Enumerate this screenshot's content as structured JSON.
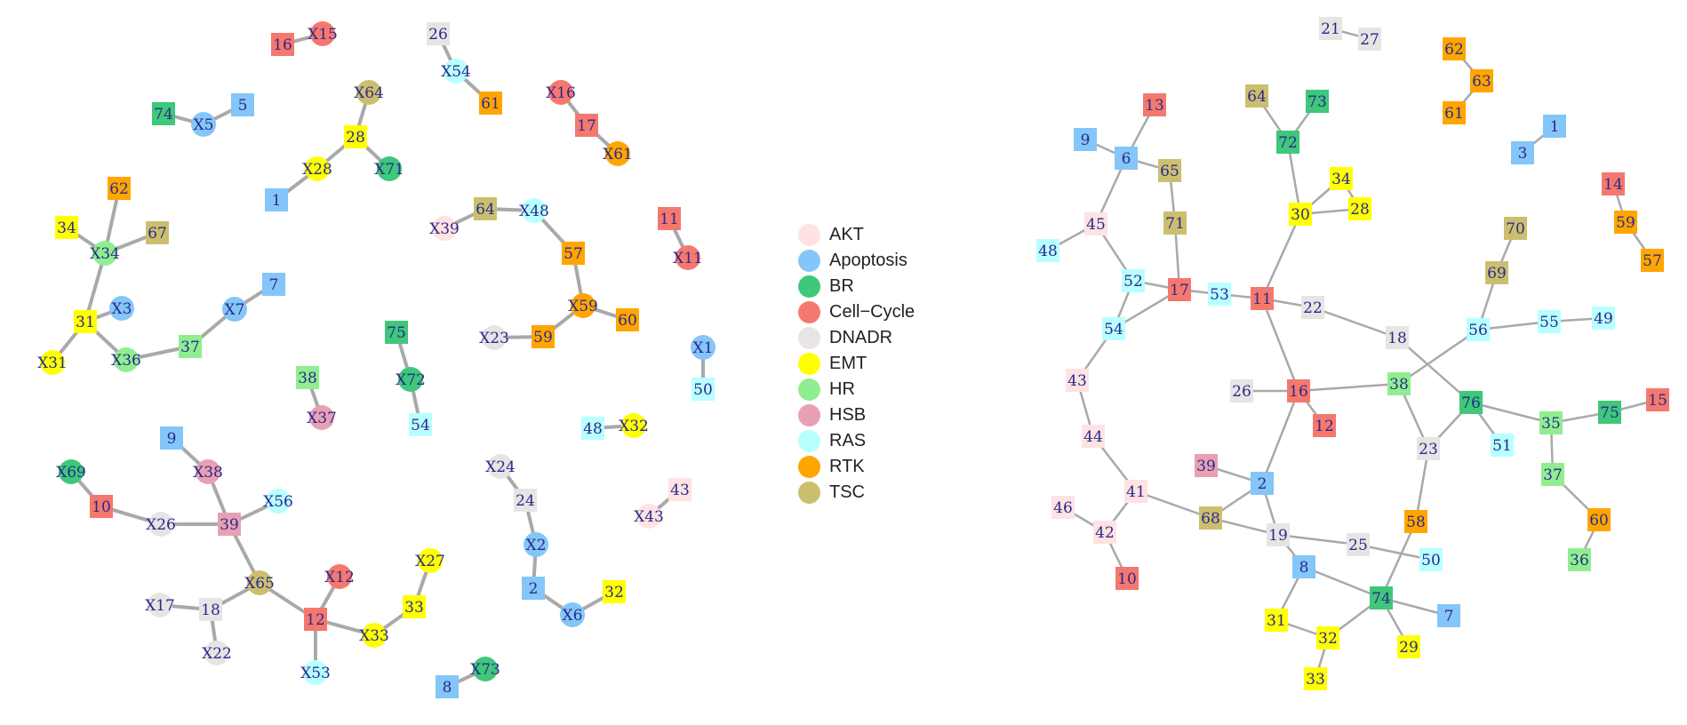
{
  "colors": {
    "AKT": "#ffe2e2",
    "Apoptosis": "#84c6f8",
    "BR": "#3fc77a",
    "Cell-Cycle": "#f5786e",
    "DNADR": "#e8e4e4",
    "EMT": "#ffff00",
    "HR": "#90ee90",
    "HSB": "#e8a0b4",
    "RAS": "#b8ffff",
    "RTK": "#ffa500",
    "TSC": "#cbbf6f",
    "edge": "#a9a9a9",
    "label": "#2a2a8c"
  },
  "legend": [
    {
      "label": "AKT",
      "color": "#ffe2e2"
    },
    {
      "label": "Apoptosis",
      "color": "#84c6f8"
    },
    {
      "label": "BR",
      "color": "#3fc77a"
    },
    {
      "label": "Cell−Cycle",
      "color": "#f5786e"
    },
    {
      "label": "DNADR",
      "color": "#e8e4e4"
    },
    {
      "label": "EMT",
      "color": "#ffff00"
    },
    {
      "label": "HR",
      "color": "#90ee90"
    },
    {
      "label": "HSB",
      "color": "#e8a0b4"
    },
    {
      "label": "RAS",
      "color": "#b8ffff"
    },
    {
      "label": "RTK",
      "color": "#ffa500"
    },
    {
      "label": "TSC",
      "color": "#cbbf6f"
    }
  ],
  "left_network": {
    "nodes": [
      {
        "id": "16",
        "cat": "Cell-Cycle"
      },
      {
        "id": "X15",
        "cat": "Cell-Cycle"
      },
      {
        "id": "26",
        "cat": "DNADR"
      },
      {
        "id": "X54",
        "cat": "RAS"
      },
      {
        "id": "61",
        "cat": "RTK"
      },
      {
        "id": "74",
        "cat": "BR"
      },
      {
        "id": "X5",
        "cat": "Apoptosis"
      },
      {
        "id": "5",
        "cat": "Apoptosis"
      },
      {
        "id": "X64",
        "cat": "TSC"
      },
      {
        "id": "28",
        "cat": "EMT"
      },
      {
        "id": "X28",
        "cat": "EMT"
      },
      {
        "id": "X71",
        "cat": "BR"
      },
      {
        "id": "1",
        "cat": "Apoptosis"
      },
      {
        "id": "X16",
        "cat": "Cell-Cycle"
      },
      {
        "id": "17",
        "cat": "Cell-Cycle"
      },
      {
        "id": "X61",
        "cat": "RTK"
      },
      {
        "id": "62",
        "cat": "RTK"
      },
      {
        "id": "34",
        "cat": "EMT"
      },
      {
        "id": "67",
        "cat": "TSC"
      },
      {
        "id": "X34",
        "cat": "HR"
      },
      {
        "id": "X3",
        "cat": "Apoptosis"
      },
      {
        "id": "31",
        "cat": "EMT"
      },
      {
        "id": "X31",
        "cat": "EMT"
      },
      {
        "id": "X36",
        "cat": "HR"
      },
      {
        "id": "37",
        "cat": "HR"
      },
      {
        "id": "X7",
        "cat": "Apoptosis"
      },
      {
        "id": "7",
        "cat": "Apoptosis"
      },
      {
        "id": "64",
        "cat": "TSC"
      },
      {
        "id": "X48",
        "cat": "RAS"
      },
      {
        "id": "X39",
        "cat": "AKT"
      },
      {
        "id": "57",
        "cat": "RTK"
      },
      {
        "id": "X59",
        "cat": "RTK"
      },
      {
        "id": "60",
        "cat": "RTK"
      },
      {
        "id": "59",
        "cat": "RTK"
      },
      {
        "id": "X23",
        "cat": "DNADR"
      },
      {
        "id": "11",
        "cat": "Cell-Cycle"
      },
      {
        "id": "X11",
        "cat": "Cell-Cycle"
      },
      {
        "id": "75",
        "cat": "BR"
      },
      {
        "id": "X72",
        "cat": "BR"
      },
      {
        "id": "54",
        "cat": "RAS"
      },
      {
        "id": "38",
        "cat": "HR"
      },
      {
        "id": "X37",
        "cat": "HSB"
      },
      {
        "id": "X1",
        "cat": "Apoptosis"
      },
      {
        "id": "50",
        "cat": "RAS"
      },
      {
        "id": "48",
        "cat": "RAS"
      },
      {
        "id": "X32",
        "cat": "EMT"
      },
      {
        "id": "9",
        "cat": "Apoptosis"
      },
      {
        "id": "X38",
        "cat": "HSB"
      },
      {
        "id": "X56",
        "cat": "RAS"
      },
      {
        "id": "X69",
        "cat": "BR"
      },
      {
        "id": "10",
        "cat": "Cell-Cycle"
      },
      {
        "id": "X26",
        "cat": "DNADR"
      },
      {
        "id": "39",
        "cat": "HSB"
      },
      {
        "id": "X65",
        "cat": "TSC"
      },
      {
        "id": "X17",
        "cat": "DNADR"
      },
      {
        "id": "18",
        "cat": "DNADR"
      },
      {
        "id": "X22",
        "cat": "DNADR"
      },
      {
        "id": "12",
        "cat": "Cell-Cycle"
      },
      {
        "id": "X12",
        "cat": "Cell-Cycle"
      },
      {
        "id": "X53",
        "cat": "RAS"
      },
      {
        "id": "X33",
        "cat": "EMT"
      },
      {
        "id": "33",
        "cat": "EMT"
      },
      {
        "id": "X27",
        "cat": "EMT"
      },
      {
        "id": "X24",
        "cat": "DNADR"
      },
      {
        "id": "24",
        "cat": "DNADR"
      },
      {
        "id": "X2",
        "cat": "Apoptosis"
      },
      {
        "id": "2",
        "cat": "Apoptosis"
      },
      {
        "id": "X6",
        "cat": "Apoptosis"
      },
      {
        "id": "32",
        "cat": "EMT"
      },
      {
        "id": "43",
        "cat": "AKT"
      },
      {
        "id": "X43",
        "cat": "AKT"
      },
      {
        "id": "8",
        "cat": "Apoptosis"
      },
      {
        "id": "X73",
        "cat": "BR"
      }
    ],
    "edges": [
      [
        "16",
        "X15"
      ],
      [
        "26",
        "X54"
      ],
      [
        "X54",
        "61"
      ],
      [
        "74",
        "X5"
      ],
      [
        "X5",
        "5"
      ],
      [
        "X64",
        "28"
      ],
      [
        "28",
        "X28"
      ],
      [
        "28",
        "X71"
      ],
      [
        "X28",
        "1"
      ],
      [
        "X16",
        "17"
      ],
      [
        "17",
        "X61"
      ],
      [
        "62",
        "X34"
      ],
      [
        "34",
        "X34"
      ],
      [
        "67",
        "X34"
      ],
      [
        "X34",
        "31"
      ],
      [
        "X3",
        "31"
      ],
      [
        "31",
        "X31"
      ],
      [
        "31",
        "X36"
      ],
      [
        "X36",
        "37"
      ],
      [
        "37",
        "X7"
      ],
      [
        "X7",
        "7"
      ],
      [
        "X39",
        "64"
      ],
      [
        "64",
        "X48"
      ],
      [
        "X48",
        "57"
      ],
      [
        "57",
        "X59"
      ],
      [
        "X59",
        "60"
      ],
      [
        "X59",
        "59"
      ],
      [
        "59",
        "X23"
      ],
      [
        "11",
        "X11"
      ],
      [
        "75",
        "X72"
      ],
      [
        "X72",
        "54"
      ],
      [
        "38",
        "X37"
      ],
      [
        "X1",
        "50"
      ],
      [
        "48",
        "X32"
      ],
      [
        "9",
        "X38"
      ],
      [
        "X38",
        "39"
      ],
      [
        "X56",
        "39"
      ],
      [
        "X69",
        "10"
      ],
      [
        "10",
        "X26"
      ],
      [
        "X26",
        "39"
      ],
      [
        "39",
        "X65"
      ],
      [
        "X65",
        "18"
      ],
      [
        "X17",
        "18"
      ],
      [
        "18",
        "X22"
      ],
      [
        "X65",
        "12"
      ],
      [
        "12",
        "X12"
      ],
      [
        "12",
        "X53"
      ],
      [
        "12",
        "X33"
      ],
      [
        "X33",
        "33"
      ],
      [
        "33",
        "X27"
      ],
      [
        "X24",
        "24"
      ],
      [
        "24",
        "X2"
      ],
      [
        "X2",
        "2"
      ],
      [
        "2",
        "X6"
      ],
      [
        "X6",
        "32"
      ],
      [
        "43",
        "X43"
      ],
      [
        "8",
        "X73"
      ]
    ]
  },
  "right_network": {
    "nodes": [
      {
        "id": "21",
        "cat": "DNADR"
      },
      {
        "id": "27",
        "cat": "DNADR"
      },
      {
        "id": "62",
        "cat": "RTK"
      },
      {
        "id": "63",
        "cat": "RTK"
      },
      {
        "id": "61",
        "cat": "RTK"
      },
      {
        "id": "13",
        "cat": "Cell-Cycle"
      },
      {
        "id": "64",
        "cat": "TSC"
      },
      {
        "id": "73",
        "cat": "BR"
      },
      {
        "id": "72",
        "cat": "BR"
      },
      {
        "id": "9",
        "cat": "Apoptosis"
      },
      {
        "id": "6",
        "cat": "Apoptosis"
      },
      {
        "id": "65",
        "cat": "TSC"
      },
      {
        "id": "1",
        "cat": "Apoptosis"
      },
      {
        "id": "3",
        "cat": "Apoptosis"
      },
      {
        "id": "14",
        "cat": "Cell-Cycle"
      },
      {
        "id": "59",
        "cat": "RTK"
      },
      {
        "id": "57",
        "cat": "RTK"
      },
      {
        "id": "34",
        "cat": "EMT"
      },
      {
        "id": "30",
        "cat": "EMT"
      },
      {
        "id": "28",
        "cat": "EMT"
      },
      {
        "id": "45",
        "cat": "AKT"
      },
      {
        "id": "71",
        "cat": "TSC"
      },
      {
        "id": "48",
        "cat": "RAS"
      },
      {
        "id": "70",
        "cat": "TSC"
      },
      {
        "id": "69",
        "cat": "TSC"
      },
      {
        "id": "52",
        "cat": "RAS"
      },
      {
        "id": "17",
        "cat": "Cell-Cycle"
      },
      {
        "id": "53",
        "cat": "RAS"
      },
      {
        "id": "11",
        "cat": "Cell-Cycle"
      },
      {
        "id": "22",
        "cat": "DNADR"
      },
      {
        "id": "54",
        "cat": "RAS"
      },
      {
        "id": "56",
        "cat": "RAS"
      },
      {
        "id": "55",
        "cat": "RAS"
      },
      {
        "id": "49",
        "cat": "RAS"
      },
      {
        "id": "18",
        "cat": "DNADR"
      },
      {
        "id": "43",
        "cat": "AKT"
      },
      {
        "id": "26",
        "cat": "DNADR"
      },
      {
        "id": "16",
        "cat": "Cell-Cycle"
      },
      {
        "id": "38",
        "cat": "HR"
      },
      {
        "id": "76",
        "cat": "BR"
      },
      {
        "id": "15",
        "cat": "Cell-Cycle"
      },
      {
        "id": "12",
        "cat": "Cell-Cycle"
      },
      {
        "id": "75",
        "cat": "BR"
      },
      {
        "id": "35",
        "cat": "HR"
      },
      {
        "id": "51",
        "cat": "RAS"
      },
      {
        "id": "44",
        "cat": "AKT"
      },
      {
        "id": "23",
        "cat": "DNADR"
      },
      {
        "id": "39",
        "cat": "HSB"
      },
      {
        "id": "37",
        "cat": "HR"
      },
      {
        "id": "2",
        "cat": "Apoptosis"
      },
      {
        "id": "41",
        "cat": "AKT"
      },
      {
        "id": "46",
        "cat": "AKT"
      },
      {
        "id": "68",
        "cat": "TSC"
      },
      {
        "id": "58",
        "cat": "RTK"
      },
      {
        "id": "60",
        "cat": "RTK"
      },
      {
        "id": "42",
        "cat": "AKT"
      },
      {
        "id": "19",
        "cat": "DNADR"
      },
      {
        "id": "25",
        "cat": "DNADR"
      },
      {
        "id": "50",
        "cat": "RAS"
      },
      {
        "id": "36",
        "cat": "HR"
      },
      {
        "id": "10",
        "cat": "Cell-Cycle"
      },
      {
        "id": "8",
        "cat": "Apoptosis"
      },
      {
        "id": "74",
        "cat": "BR"
      },
      {
        "id": "7",
        "cat": "Apoptosis"
      },
      {
        "id": "31",
        "cat": "EMT"
      },
      {
        "id": "32",
        "cat": "EMT"
      },
      {
        "id": "29",
        "cat": "EMT"
      },
      {
        "id": "33",
        "cat": "EMT"
      }
    ],
    "edges": [
      [
        "21",
        "27"
      ],
      [
        "62",
        "63"
      ],
      [
        "63",
        "61"
      ],
      [
        "1",
        "3"
      ],
      [
        "14",
        "59"
      ],
      [
        "59",
        "57"
      ],
      [
        "13",
        "6"
      ],
      [
        "9",
        "6"
      ],
      [
        "6",
        "65"
      ],
      [
        "6",
        "45"
      ],
      [
        "64",
        "72"
      ],
      [
        "73",
        "72"
      ],
      [
        "72",
        "30"
      ],
      [
        "34",
        "30"
      ],
      [
        "30",
        "28"
      ],
      [
        "34",
        "28"
      ],
      [
        "30",
        "11"
      ],
      [
        "45",
        "48"
      ],
      [
        "45",
        "52"
      ],
      [
        "65",
        "71"
      ],
      [
        "71",
        "17"
      ],
      [
        "52",
        "17"
      ],
      [
        "17",
        "53"
      ],
      [
        "53",
        "11"
      ],
      [
        "17",
        "54"
      ],
      [
        "52",
        "54"
      ],
      [
        "54",
        "43"
      ],
      [
        "43",
        "44"
      ],
      [
        "44",
        "41"
      ],
      [
        "11",
        "22"
      ],
      [
        "22",
        "18"
      ],
      [
        "18",
        "76"
      ],
      [
        "11",
        "16"
      ],
      [
        "26",
        "16"
      ],
      [
        "16",
        "12"
      ],
      [
        "16",
        "38"
      ],
      [
        "38",
        "56"
      ],
      [
        "56",
        "69"
      ],
      [
        "69",
        "70"
      ],
      [
        "56",
        "55"
      ],
      [
        "55",
        "49"
      ],
      [
        "38",
        "23"
      ],
      [
        "23",
        "76"
      ],
      [
        "76",
        "51"
      ],
      [
        "76",
        "35"
      ],
      [
        "35",
        "75"
      ],
      [
        "75",
        "15"
      ],
      [
        "35",
        "37"
      ],
      [
        "37",
        "60"
      ],
      [
        "60",
        "36"
      ],
      [
        "23",
        "58"
      ],
      [
        "58",
        "74"
      ],
      [
        "16",
        "2"
      ],
      [
        "39",
        "2"
      ],
      [
        "2",
        "68"
      ],
      [
        "41",
        "68"
      ],
      [
        "41",
        "42"
      ],
      [
        "46",
        "42"
      ],
      [
        "42",
        "10"
      ],
      [
        "68",
        "19"
      ],
      [
        "2",
        "19"
      ],
      [
        "19",
        "25"
      ],
      [
        "25",
        "50"
      ],
      [
        "19",
        "8"
      ],
      [
        "8",
        "74"
      ],
      [
        "74",
        "7"
      ],
      [
        "74",
        "29"
      ],
      [
        "74",
        "32"
      ],
      [
        "8",
        "31"
      ],
      [
        "31",
        "32"
      ],
      [
        "32",
        "33"
      ]
    ]
  }
}
